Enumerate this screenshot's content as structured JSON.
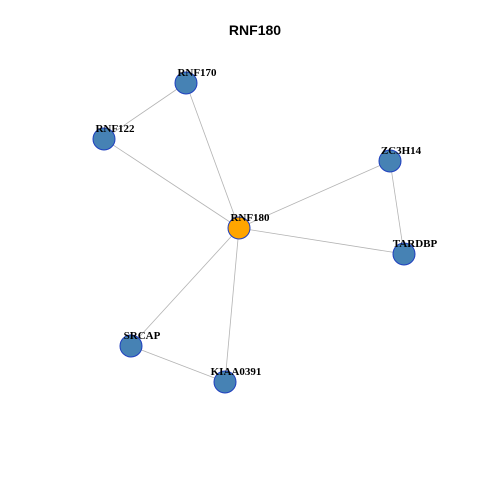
{
  "title": "RNF180",
  "colors": {
    "center_node": "#ffa500",
    "node": "#4682b4",
    "node_border": "#1f3fbf",
    "edge": "#b3b3b3"
  },
  "nodes": [
    {
      "id": "RNF180",
      "label": "RNF180",
      "role": "center"
    },
    {
      "id": "RNF170",
      "label": "RNF170",
      "role": "neighbor"
    },
    {
      "id": "RNF122",
      "label": "RNF122",
      "role": "neighbor"
    },
    {
      "id": "ZC3H14",
      "label": "ZC3H14",
      "role": "neighbor"
    },
    {
      "id": "TARDBP",
      "label": "TARDBP",
      "role": "neighbor"
    },
    {
      "id": "SRCAP",
      "label": "SRCAP",
      "role": "neighbor"
    },
    {
      "id": "KIAA0391",
      "label": "KIAA0391",
      "role": "neighbor"
    }
  ],
  "edges": [
    [
      "RNF180",
      "RNF170"
    ],
    [
      "RNF180",
      "RNF122"
    ],
    [
      "RNF170",
      "RNF122"
    ],
    [
      "RNF180",
      "ZC3H14"
    ],
    [
      "RNF180",
      "TARDBP"
    ],
    [
      "ZC3H14",
      "TARDBP"
    ],
    [
      "RNF180",
      "SRCAP"
    ],
    [
      "RNF180",
      "KIAA0391"
    ],
    [
      "SRCAP",
      "KIAA0391"
    ]
  ]
}
